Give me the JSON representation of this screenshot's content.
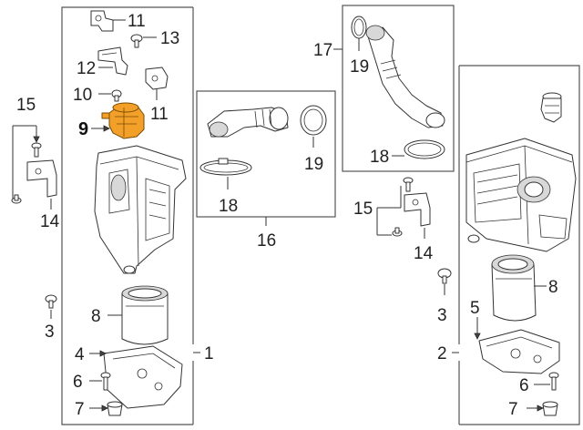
{
  "diagram": {
    "highlight_color": "#f2a02a",
    "callouts": [
      {
        "id": "c11a",
        "text": "11"
      },
      {
        "id": "c13",
        "text": "13"
      },
      {
        "id": "c12",
        "text": "12"
      },
      {
        "id": "c10",
        "text": "10"
      },
      {
        "id": "c11b",
        "text": "11"
      },
      {
        "id": "c9",
        "text": "9"
      },
      {
        "id": "c15a",
        "text": "15"
      },
      {
        "id": "c14a",
        "text": "14"
      },
      {
        "id": "c8a",
        "text": "8"
      },
      {
        "id": "c3a",
        "text": "3"
      },
      {
        "id": "c4",
        "text": "4"
      },
      {
        "id": "c6a",
        "text": "6"
      },
      {
        "id": "c7a",
        "text": "7"
      },
      {
        "id": "c1",
        "text": "1"
      },
      {
        "id": "c18a",
        "text": "18"
      },
      {
        "id": "c19a",
        "text": "19"
      },
      {
        "id": "c16",
        "text": "16"
      },
      {
        "id": "c17",
        "text": "17"
      },
      {
        "id": "c19b",
        "text": "19"
      },
      {
        "id": "c18b",
        "text": "18"
      },
      {
        "id": "c15b",
        "text": "15"
      },
      {
        "id": "c14b",
        "text": "14"
      },
      {
        "id": "c3b",
        "text": "3"
      },
      {
        "id": "c2",
        "text": "2"
      },
      {
        "id": "c8b",
        "text": "8"
      },
      {
        "id": "c5",
        "text": "5"
      },
      {
        "id": "c6b",
        "text": "6"
      },
      {
        "id": "c7b",
        "text": "7"
      }
    ]
  }
}
